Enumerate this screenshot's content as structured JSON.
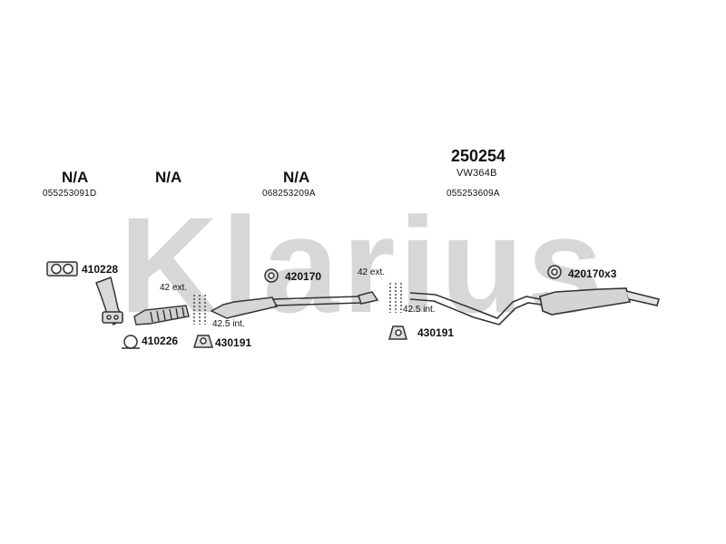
{
  "watermark": "Klarius",
  "columns": [
    {
      "header": "N/A",
      "oem": "055253091D"
    },
    {
      "header": "N/A",
      "oem": ""
    },
    {
      "header": "N/A",
      "oem": "068253209A"
    },
    {
      "header": "250254",
      "model": "VW364B",
      "oem": "055253609A"
    }
  ],
  "parts": {
    "p410228": "410228",
    "p410226": "410226",
    "p430191_a": "430191",
    "p420170": "420170",
    "p430191_b": "430191",
    "p420170x3": "420170x3"
  },
  "notes": {
    "ext_a": "42 ext.",
    "int_a": "42.5 int.",
    "ext_b": "42 ext.",
    "int_b": "42.5 int."
  }
}
